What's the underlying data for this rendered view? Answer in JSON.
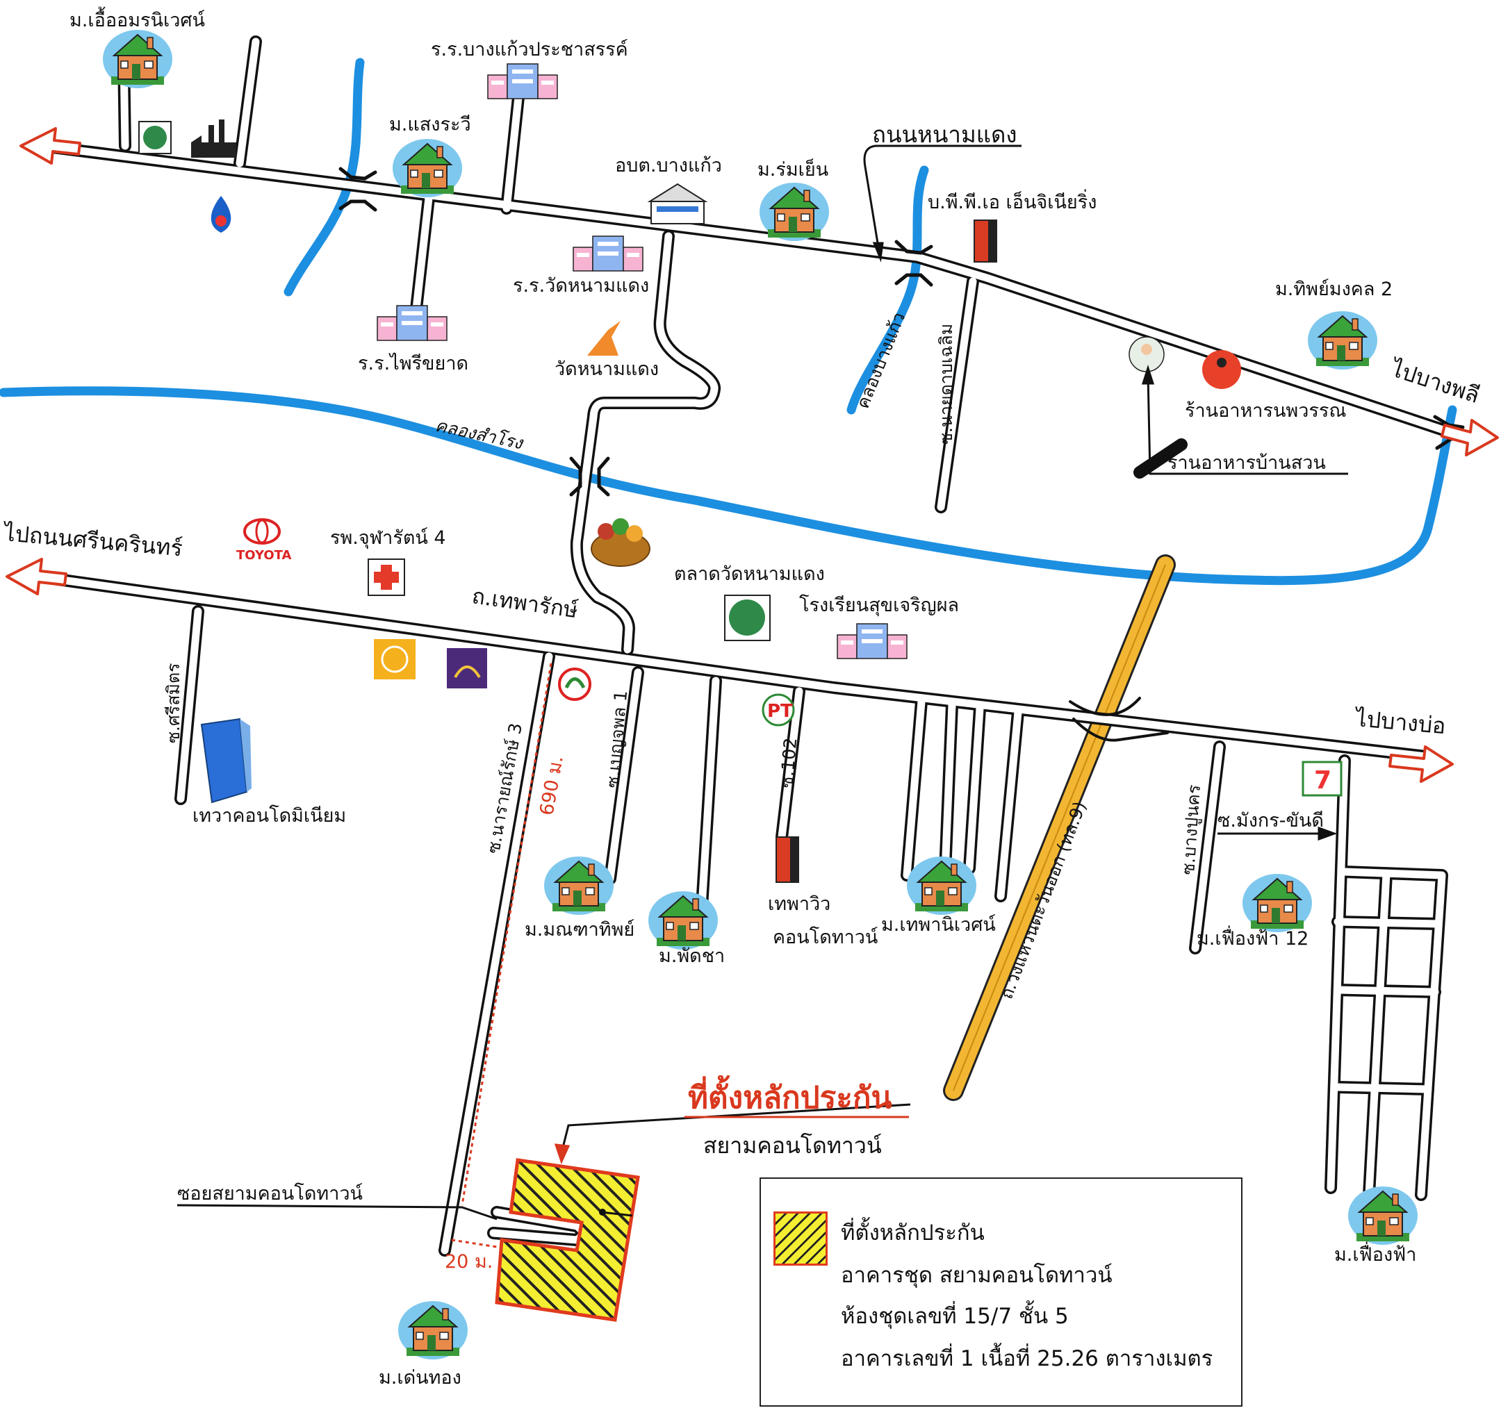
{
  "colors": {
    "road_fill": "#ffffff",
    "road_edge": "#111111",
    "river": "#1d8fe0",
    "expressway": "#f2b632",
    "hatch_yellow": "#f4ee32",
    "accent_red": "#d9381e"
  },
  "places": {
    "muban_uea_amorn": "ม.เอื้ออมรนิเวศน์",
    "school_bangkaew_pracha": "ร.ร.บางแก้วประชาสรรค์",
    "muban_saengrawee": "ม.แสงระวี",
    "or_bo_tor_bangkaew": "อบต.บางแก้ว",
    "muban_romyen": "ม.ร่มเย็น",
    "road_nammadaeng": "ถนนหนามแดง",
    "company_pp_a": "บ.พี.พี.เอ เอ็นจิเนียริ่ง",
    "muban_thipmongkol": "ม.ทิพย์มงคล 2",
    "to_bangphli": "ไปบางพลี",
    "restaurant_noppawan": "ร้านอาหารนพวรรณ",
    "restaurant_bansuan": "ร้านอาหารบ้านสวน",
    "school_wat_nammadaeng": "ร.ร.วัดหนามแดง",
    "school_phairee": "ร.ร.ไพรีขยาด",
    "wat_nammadaeng": "วัดหนามแดง",
    "khlong_bangkaew": "คลองบางแก้ว",
    "soi_naiyadam": "ซ.นายดาบเฉลิม",
    "khlong_samrong": "คลองสำโรง",
    "to_srinakarin": "ไปถนนศรีนครินทร์",
    "hospital_chularat": "รพ.จุฬารัตน์ 4",
    "toyota": "TOYOTA",
    "market_wat": "ตลาดวัดหนามแดง",
    "school_sukcharoen": "โรงเรียนสุขเจริญผล",
    "road_thepharak": "ถ.เทพารักษ์",
    "soi_srisamit": "ซ.ศรีสมิตร",
    "soi_narai": "ซ.นารายณ์รักษ์ 3",
    "soi_benjaphon": "ซ.เบญจพล 1",
    "soi_102": "ซ.102",
    "expressway_name": "ถ.วงแหวนตะวันออก (ทล.9)",
    "to_bangbo": "ไปบางบ่อ",
    "soi_bangplu": "ซ.บางปูนคร",
    "soi_mangkorn": "ซ.มังกร-ขันดี",
    "theva_condo": "เทวาคอนโดมิเนียม",
    "muban_manthathip": "ม.มณฑาทิพย์",
    "muban_phatcha": "ม.พัดชา",
    "thepha_view_1": "เทพาวิว",
    "thepha_view_2": "คอนโดทาวน์",
    "muban_thephaniwet": "ม.เทพานิเวศน์",
    "muban_fueangfa_12": "ม.เฟื่องฟ้า 12",
    "muban_fueangfa": "ม.เฟื่องฟ้า",
    "muban_denthong": "ม.เด่นทอง",
    "soi_siam": "ซอยสยามคอนโดทาวน์",
    "dist_690": "690 ม.",
    "dist_20": "20 ม.",
    "seven_eleven": "7"
  },
  "collateral": {
    "title": "ที่ตั้งหลักประกัน",
    "subtitle": "สยามคอนโดทาวน์"
  },
  "legend": {
    "line1": "ที่ตั้งหลักประกัน",
    "line2": "อาคารชุด สยามคอนโดทาวน์",
    "line3": "ห้องชุดเลขที่ 15/7 ชั้น 5",
    "line4": "อาคารเลขที่ 1 เนื้อที่ 25.26 ตารางเมตร"
  }
}
